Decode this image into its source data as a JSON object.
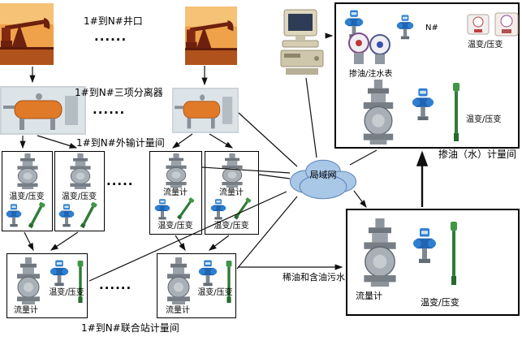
{
  "diagram": {
    "wellhead_label": "1#到N#井口",
    "separator_label": "1#到N#三项分离器",
    "transfer_room_label": "1#到N#外输计量间",
    "station_room_label": "1#到N#联合站计量间",
    "lan_label": "局域网",
    "blend_meter_label": "掺油/注水表",
    "blend_room_label": "掺油（水）计量间",
    "oil_sewage_label": "稀油和含油污水",
    "flowmeter_label": "流量计",
    "temp_press_label": "温变/压变",
    "n_label": "N#",
    "dots_six": "······",
    "dots_five": "·····",
    "icons": {
      "pumpjack": "pumpjack-photo",
      "separator": "three-phase-separator-photo",
      "flowmeter": "flowmeter-icon",
      "transmitter": "pressure-transmitter-icon",
      "probe": "temperature-probe-icon",
      "computer": "scada-workstation-icon",
      "gauges": "meter-gauges-icon",
      "small_meters": "injection-meters-icon",
      "cloud": "lan-cloud"
    },
    "colors": {
      "line": "#111111",
      "box_border": "#000000",
      "cloud_fill": "#a9c7e7",
      "transmitter_blue": "#2e7fd0",
      "probe_green": "#2e8b3c",
      "vessel_orange": "#e07a28"
    }
  }
}
